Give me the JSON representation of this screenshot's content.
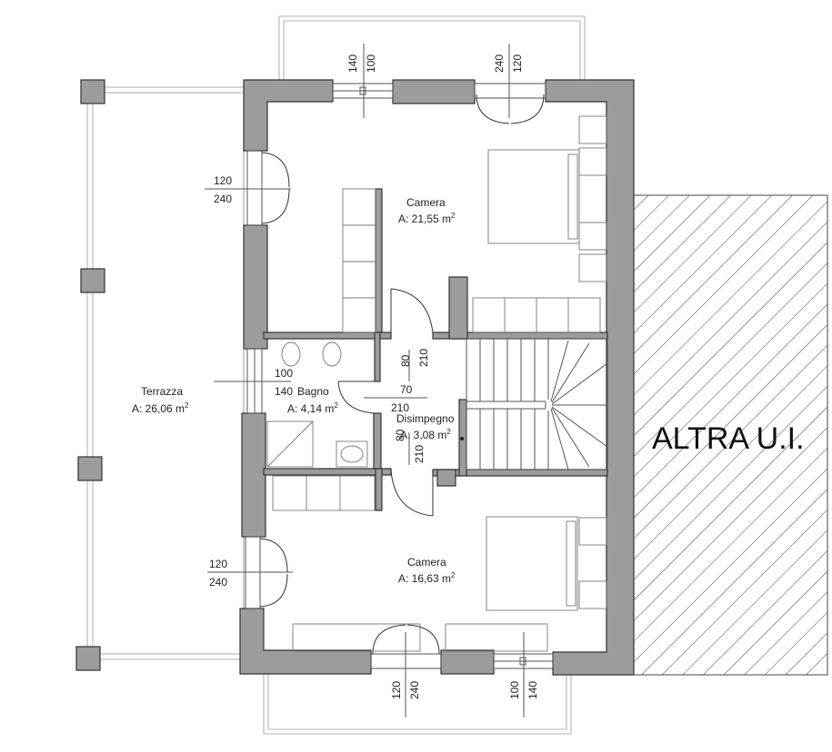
{
  "rooms": {
    "camera_top": {
      "name": "Camera",
      "area": "A: 21,55 m",
      "unit_sup": "2"
    },
    "camera_bottom": {
      "name": "Camera",
      "area": "A: 16,63 m",
      "unit_sup": "2"
    },
    "bagno": {
      "name": "Bagno",
      "area": "A: 4,14 m",
      "unit_sup": "2"
    },
    "disimpegno": {
      "name": "Disimpegno",
      "area": "A: 3,08 m",
      "unit_sup": "2"
    },
    "terrazza": {
      "name": "Terrazza",
      "area": "A: 26,06 m",
      "unit_sup": "2"
    }
  },
  "other_unit_label": "ALTRA U.I.",
  "openings": {
    "top_window": {
      "width": "140",
      "height": "100"
    },
    "top_door": {
      "width": "240",
      "height": "120"
    },
    "left_top_door": {
      "width": "120",
      "height": "240"
    },
    "left_window": {
      "width": "100",
      "height": "140"
    },
    "left_bottom_door": {
      "width": "120",
      "height": "240"
    },
    "bagno_door": {
      "width": "70",
      "height": "210"
    },
    "disimpegno_door_top": {
      "width": "80",
      "height": "210"
    },
    "disimpegno_door_bottom": {
      "width": "80",
      "height": "210"
    },
    "bottom_door": {
      "width": "120",
      "height": "240"
    },
    "bottom_window": {
      "width": "100",
      "height": "140"
    }
  }
}
